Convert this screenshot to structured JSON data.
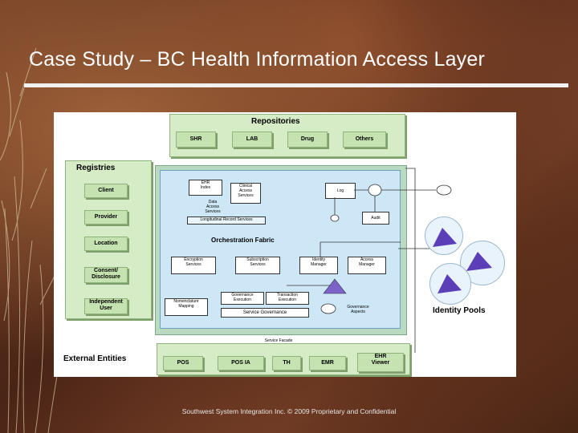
{
  "slide": {
    "title": "Case Study – BC Health Information Access Layer",
    "footer": "Southwest System Integration Inc. © 2009 Proprietary and Confidential"
  },
  "diagram": {
    "repositories": {
      "heading": "Repositories",
      "items": [
        "SHR",
        "LAB",
        "Drug",
        "Others"
      ]
    },
    "registries": {
      "heading": "Registries",
      "items": [
        "Client",
        "Provider",
        "Location",
        "Consent/\nDisclosure",
        "Independent\nUser"
      ]
    },
    "core": {
      "ehr_index": "EHR\nIndex",
      "clinical_access": "Clinical\nAccess\nServices",
      "data_access": "Data\nAccess\nServices",
      "lrs": "Longitudinal Record Services",
      "log": "Log",
      "audit": "Audit",
      "orchestration": "Orchestration Fabric",
      "encryption": "Encryption\nServices",
      "subscription": "Subscription\nServices",
      "identity_manager": "Identity\nManager",
      "access_manager": "Access\nManager",
      "governance_execution": "Governance\nExecution",
      "transaction_execution": "Transaction\nExecution",
      "nomenclature": "Nomenclature\nMapping",
      "service_governance": "Service Governance",
      "governance_aspects": "Governance\nAspects",
      "service_facade": "Service Facade"
    },
    "identity_pools": "Identity Pools",
    "external": {
      "heading": "External Entities",
      "items": [
        "POS",
        "POS IA",
        "TH",
        "EMR",
        "EHR\nViewer"
      ]
    }
  },
  "colors": {
    "diagram_green": "#c5e3b0",
    "core_blue": "#cde7f6",
    "pool_circle": "#e9f3fb",
    "pool_triangle": "#5c3fb8"
  }
}
